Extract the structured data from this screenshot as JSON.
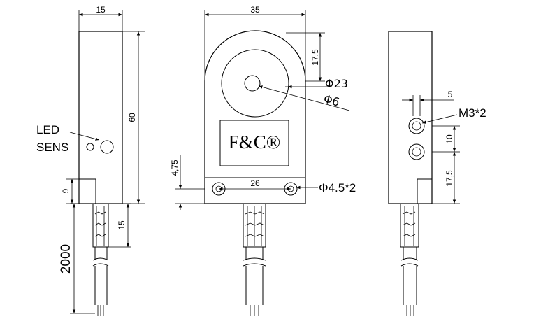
{
  "side_view_left": {
    "width_dim": "15",
    "height_dim": "60",
    "led_label": "LED",
    "sens_label": "SENS",
    "base_dim": "9",
    "cable_dim": "15",
    "cable_length_dim": "2000"
  },
  "front_view": {
    "width_dim": "35",
    "radius_dim": "17,5",
    "outer_diameter": "Φ23",
    "hole_diameter": "Φ6",
    "brand": "F&C®",
    "hole_offset_dim": "4,75",
    "hole_spacing_dim": "26",
    "mount_hole_label": "Φ4.5*2"
  },
  "side_view_right": {
    "thread_width_dim": "5",
    "thread_label": "M3*2",
    "thread_spacing_dim": "10",
    "thread_bottom_dim": "17,5"
  }
}
